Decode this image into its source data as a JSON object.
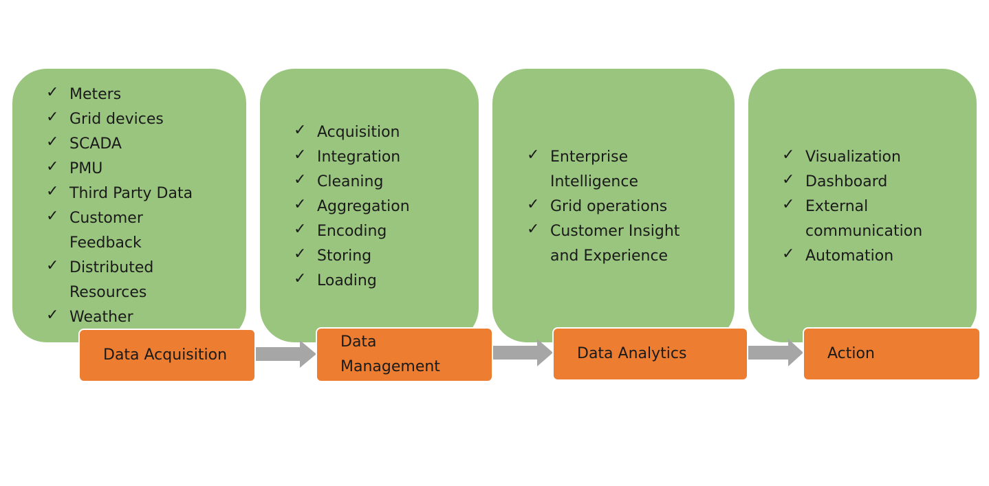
{
  "stages": [
    {
      "label": "Data Acquisition",
      "items": [
        "Meters",
        "Grid devices",
        "SCADA",
        "PMU",
        "Third Party Data",
        "Customer Feedback",
        "Distributed Resources",
        "Weather"
      ]
    },
    {
      "label": "Data Management",
      "items": [
        "Acquisition",
        "Integration",
        "Cleaning",
        "Aggregation",
        "Encoding",
        "Storing",
        "Loading"
      ]
    },
    {
      "label": "Data Analytics",
      "items": [
        "Enterprise Intelligence",
        "Grid operations",
        "Customer Insight and Experience"
      ]
    },
    {
      "label": "Action",
      "items": [
        "Visualization",
        "Dashboard",
        "External communication",
        "Automation"
      ]
    }
  ],
  "check_glyph": "✓",
  "colors": {
    "box_fill": "#9ac57f",
    "stage_fill": "#ed7d31",
    "arrow_fill": "#a6a6a6",
    "text": "#1a1a1a"
  }
}
